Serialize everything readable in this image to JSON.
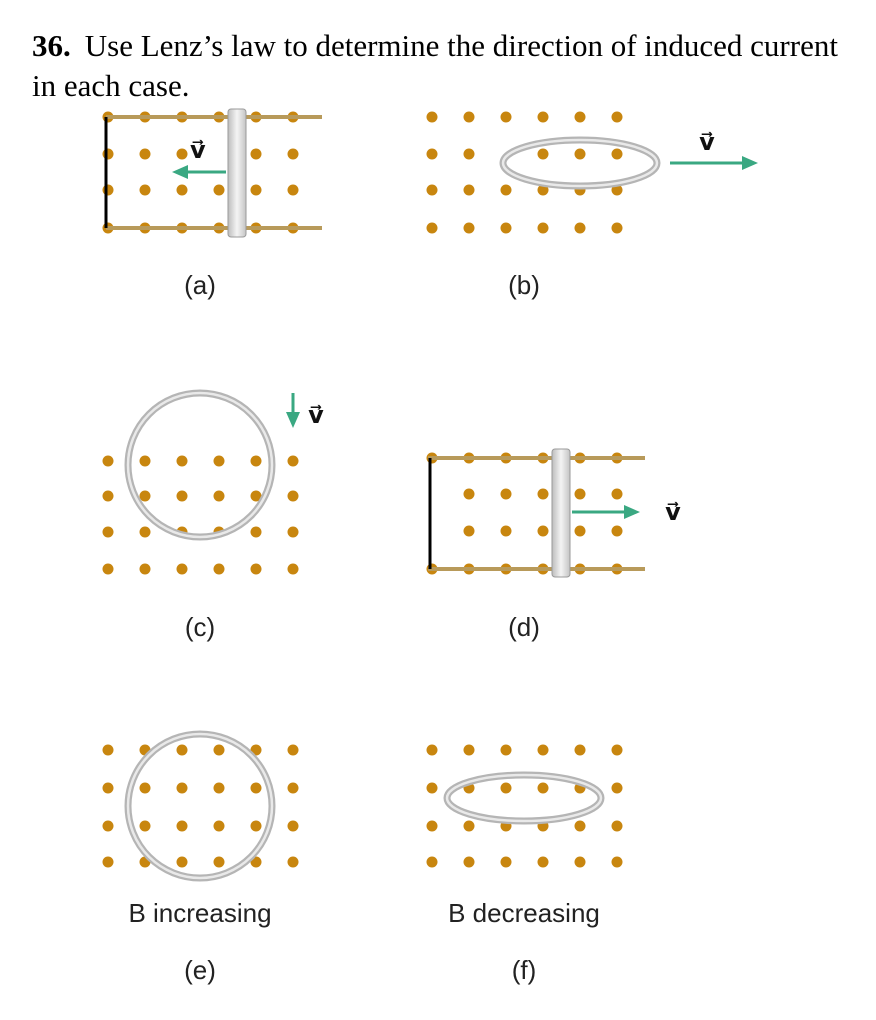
{
  "question": {
    "number": "36.",
    "text": "Use Lenz’s law to determine the direction of induced current in each case."
  },
  "panels": {
    "a": {
      "label": "(a)",
      "velocity": "v⃗"
    },
    "b": {
      "label": "(b)",
      "velocity": "v⃗"
    },
    "c": {
      "label": "(c)",
      "velocity": "v⃗"
    },
    "d": {
      "label": "(d)",
      "velocity": "v⃗"
    },
    "e": {
      "label": "(e)",
      "caption": "B increasing"
    },
    "f": {
      "label": "(f)",
      "caption": "B decreasing"
    }
  },
  "colors": {
    "field_dot": "#c8860f",
    "rail": "#b89a5a",
    "velocity_arrow": "#3aa882",
    "loop": "#b5b5b5"
  },
  "icons": {
    "field_dot": "out-of-page-field-dot-icon",
    "velocity_arrow": "arrow-icon"
  }
}
